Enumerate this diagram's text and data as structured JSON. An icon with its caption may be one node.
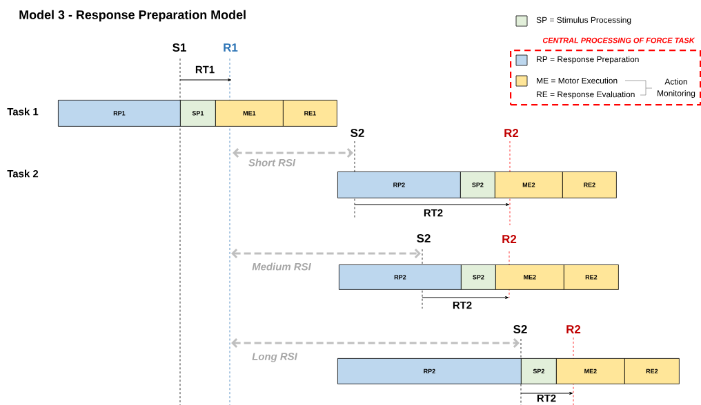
{
  "diagram": {
    "title": "Model 3 - Response Preparation Model",
    "nodes": [
      {
        "text": [
          "RP1"
        ]
      },
      {
        "text": [
          "SP1"
        ]
      },
      {
        "text": [
          "ME1"
        ]
      },
      {
        "text": [
          "RE1"
        ]
      },
      {
        "text": [
          "RP2"
        ]
      },
      {
        "text": [
          "SP2"
        ]
      },
      {
        "text": [
          "ME2"
        ]
      },
      {
        "text": [
          "RE2"
        ]
      },
      {
        "text": [
          "RP2"
        ]
      },
      {
        "text": [
          "SP2"
        ]
      },
      {
        "text": [
          "ME2"
        ]
      },
      {
        "text": [
          "RE2"
        ]
      },
      {
        "text": [
          "RP2"
        ]
      },
      {
        "text": [
          "SP2"
        ]
      },
      {
        "text": [
          "ME2"
        ]
      },
      {
        "text": [
          "RE2"
        ]
      },
      {
        "text": [
          "CENTRAL PROCESSING OF FORCE TASK"
        ]
      }
    ],
    "labels": [
      "S1",
      "R1",
      "RT1",
      "Task 1",
      "S2",
      "R2",
      "Short RSI",
      "Task 2",
      "RT2",
      "S2",
      "R2",
      "Medium RSI",
      "RT2",
      "S2",
      "R2",
      "Long RSI",
      "RT2",
      "RE = Response Evaluation",
      "Action Monitoring"
    ],
    "legend": [
      {
        "text": "SP = Stimulus Processing",
        "color": "#e2efda"
      },
      {
        "text": "RP = Response Preparation",
        "color": "#bdd7ee"
      },
      {
        "text": "ME = Motor Execution",
        "color": "#ffe699"
      }
    ]
  }
}
